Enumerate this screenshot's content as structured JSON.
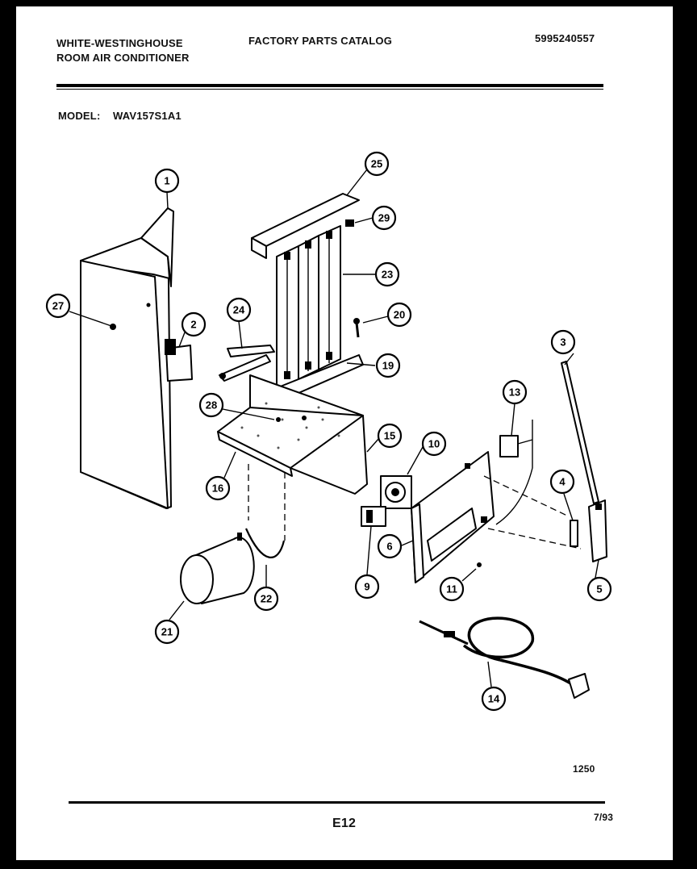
{
  "header": {
    "brand_line1": "WHITE-WESTINGHOUSE",
    "brand_line2": "ROOM AIR CONDITIONER",
    "catalog": "FACTORY PARTS CATALOG",
    "catalog_number": "5995240557",
    "model_label": "MODEL:",
    "model_value": "WAV157S1A1"
  },
  "footer": {
    "diagram_id": "1250",
    "page": "E12",
    "date": "7/93"
  },
  "callouts": [
    "1",
    "2",
    "3",
    "4",
    "5",
    "6",
    "9",
    "10",
    "11",
    "13",
    "14",
    "15",
    "16",
    "19",
    "20",
    "21",
    "22",
    "23",
    "24",
    "25",
    "27",
    "28",
    "29"
  ]
}
